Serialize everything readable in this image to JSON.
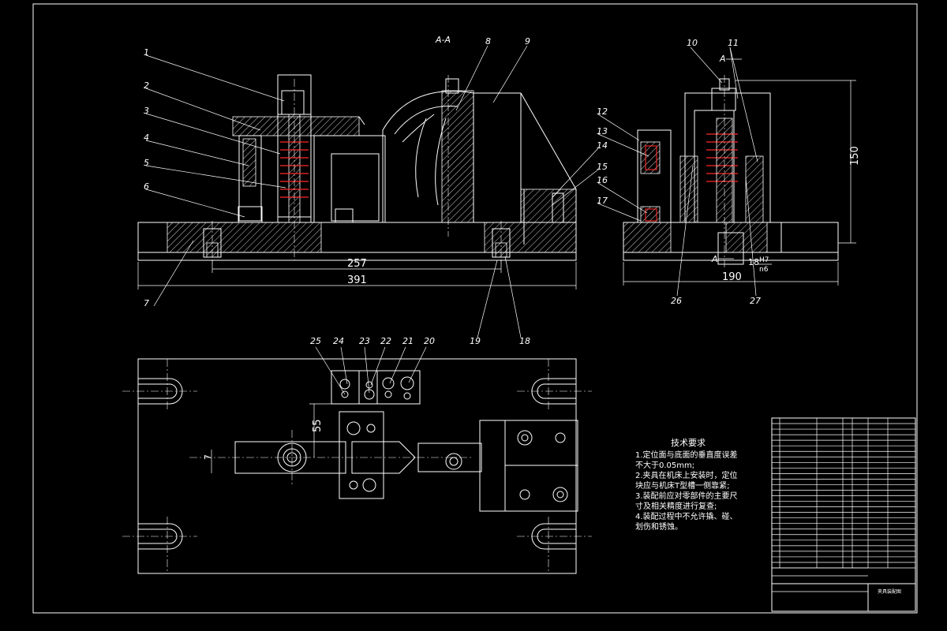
{
  "views": {
    "section_label": "A-A",
    "view_arrow_label": "A"
  },
  "part_numbers": [
    "1",
    "2",
    "3",
    "4",
    "5",
    "6",
    "7",
    "8",
    "9",
    "10",
    "11",
    "12",
    "13",
    "14",
    "15",
    "16",
    "17",
    "18",
    "19",
    "20",
    "21",
    "22",
    "23",
    "24",
    "25",
    "26",
    "27"
  ],
  "dimensions": {
    "d257": "257",
    "d391": "391",
    "d150": "150",
    "d190": "190",
    "d18": "18",
    "fit_upper": "H7",
    "fit_lower": "n6",
    "d55": "55",
    "d7": "7"
  },
  "tech_requirements": {
    "title": "技术要求",
    "lines": [
      "1.定位面与底面的垂直度误差",
      "不大于0.05mm;",
      "2.夹具在机床上安装时，定位",
      "块应与机床T型槽一侧靠紧;",
      "3.装配前应对零部件的主要尺",
      "寸及相关精度进行复查;",
      "4.装配过程中不允许撬、碰、",
      "划伤和锈蚀。"
    ]
  },
  "title_block": {
    "drawing_name": "夹具装配图"
  }
}
